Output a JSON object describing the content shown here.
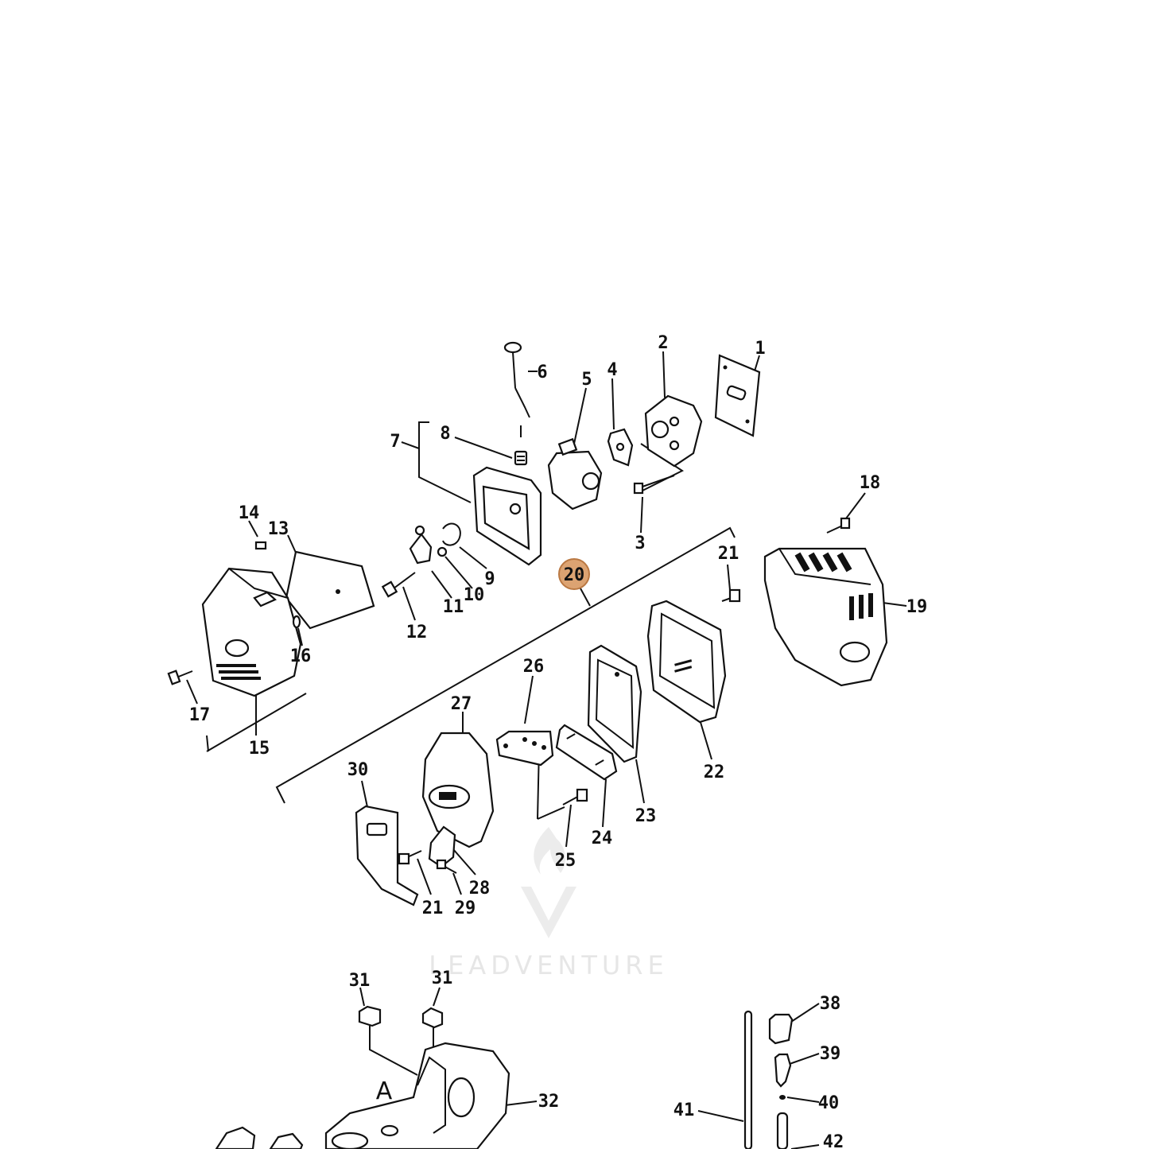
{
  "labels": {
    "p1": "1",
    "p2": "2",
    "p3": "3",
    "p4": "4",
    "p5": "5",
    "p6": "6",
    "p7": "7",
    "p8": "8",
    "p9": "9",
    "p10": "10",
    "p11": "11",
    "p12": "12",
    "p13": "13",
    "p14": "14",
    "p15": "15",
    "p16": "16",
    "p17": "17",
    "p18": "18",
    "p19": "19",
    "p20": "20",
    "p21a": "21",
    "p21b": "21",
    "p22": "22",
    "p23": "23",
    "p24": "24",
    "p25": "25",
    "p26": "26",
    "p27": "27",
    "p28": "28",
    "p29": "29",
    "p30": "30",
    "p31a": "31",
    "p31b": "31",
    "p32": "32",
    "p38": "38",
    "p39": "39",
    "p40": "40",
    "p41": "41",
    "p42": "42",
    "a": "A"
  },
  "highlighted_part": "20",
  "highlight_color": "#d99a63",
  "watermark": {
    "text": "LEADVENTURE",
    "icon": "flame-v-logo-icon"
  }
}
